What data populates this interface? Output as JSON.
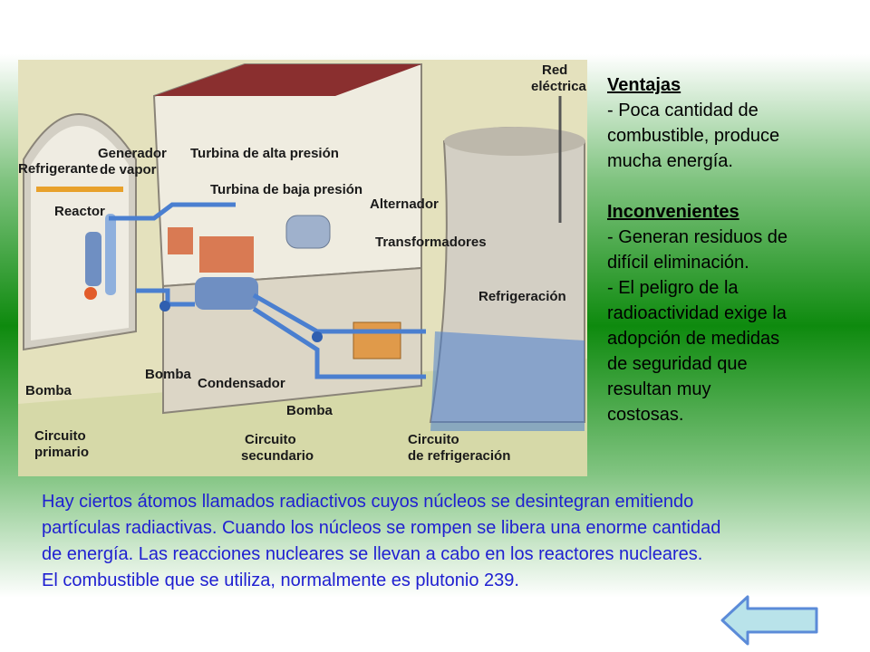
{
  "diagram": {
    "labels": {
      "red_electrica_1": "Red",
      "red_electrica_2": "eléctrica",
      "generador_1": "Generador",
      "generador_2": "de vapor",
      "refrigerante": "Refrigerante",
      "turbina_alta": "Turbina de alta presión",
      "turbina_baja": "Turbina de baja presión",
      "reactor": "Reactor",
      "alternador": "Alternador",
      "transformadores": "Transformadores",
      "refrigeracion": "Refrigeración",
      "bomba_1": "Bomba",
      "condensador": "Condensador",
      "bomba_2": "Bomba",
      "bomba_3": "Bomba",
      "circuito_primario_1": "Circuito",
      "circuito_primario_2": "primario",
      "circuito_secundario_1": "Circuito",
      "circuito_secundario_2": "secundario",
      "circuito_refrig_1": "Circuito",
      "circuito_refrig_2": "de refrigeración"
    }
  },
  "ventajas": {
    "heading": "Ventajas",
    "lines": [
      "- Poca cantidad de",
      "combustible, produce",
      "mucha energía."
    ]
  },
  "inconvenientes": {
    "heading": "Inconvenientes",
    "lines": [
      "- Generan residuos de",
      "difícil eliminación.",
      "- El peligro de la",
      "radioactividad exige la",
      "adopción de medidas",
      "de seguridad que",
      "resultan muy",
      "costosas."
    ]
  },
  "intro": {
    "lines": [
      "Hay ciertos átomos llamados radiactivos cuyos núcleos se desintegran emitiendo",
      "partículas radiactivas. Cuando los núcleos se rompen se libera una enorme cantidad",
      "de energía. Las reacciones nucleares se llevan a cabo en los reactores nucleares.",
      "El combustible que se utiliza, normalmente es plutonio 239."
    ]
  },
  "colors": {
    "intro_text": "#1f1fd1",
    "pipe": "#4a7fd0",
    "button_fill": "#b9e3ea"
  },
  "icons": {
    "back": "back-arrow-icon"
  }
}
